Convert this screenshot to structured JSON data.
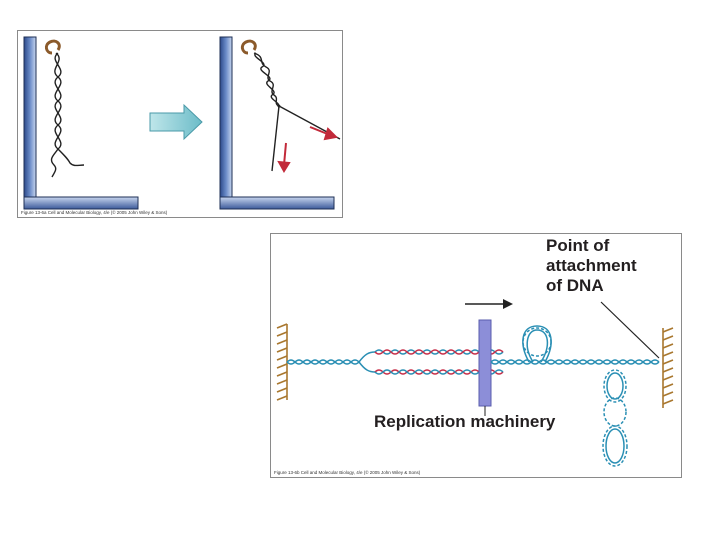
{
  "figure_top": {
    "caption": "Figure 13-6a  Cell and Molecular Biology, 4/e (© 2005 John Wiley & Sons)"
  },
  "figure_bottom": {
    "label_point_line1": "Point of",
    "label_point_line2": "attachment",
    "label_point_line3": "of DNA",
    "label_machinery": "Replication machinery",
    "caption": "Figure 13-6b  Cell and Molecular Biology, 4/e (© 2005 John Wiley & Sons)"
  },
  "colors": {
    "wall_blue": "#4f6fb0",
    "arrow_cyan": "#7fc6d0",
    "dna_blue": "#2a8fb4",
    "dna_red": "#c7304a",
    "machinery": "#8c8ed8",
    "anchor_brown": "#a9772e"
  }
}
